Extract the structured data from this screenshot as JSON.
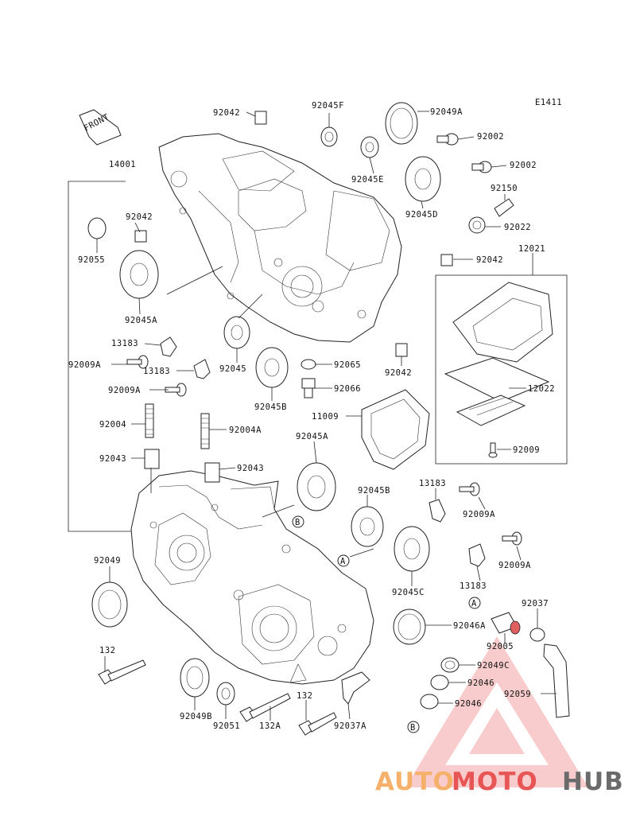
{
  "diagram": {
    "figure_code": "E1411",
    "front_label": "FRONT",
    "part_labels": {
      "p92042_a": "92042",
      "p92045F": "92045F",
      "p92049A": "92049A",
      "p92002_a": "92002",
      "p92002_b": "92002",
      "p92045E": "92045E",
      "p14001": "14001",
      "p92150": "92150",
      "p92042_b": "92042",
      "p92045D": "92045D",
      "p92022": "92022",
      "p92055": "92055",
      "p92042_c": "92042",
      "p12021": "12021",
      "p92045A_a": "92045A",
      "p13183_a": "13183",
      "p92009A_a": "92009A",
      "p13183_b": "13183",
      "p92045": "92045",
      "p92065": "92065",
      "p92042_d": "92042",
      "p92009A_b": "92009A",
      "p92066": "92066",
      "p92045B_a": "92045B",
      "p12022": "12022",
      "p11009": "11009",
      "p92004": "92004",
      "p92004A": "92004A",
      "p92045A_b": "92045A",
      "p92043_a": "92043",
      "p92043_b": "92043",
      "p92009": "92009",
      "p13183_c": "13183",
      "p92045B_b": "92045B",
      "p92009A_c": "92009A",
      "p92049": "92049",
      "p92009A_d": "92009A",
      "p92045C": "92045C",
      "p13183_d": "13183",
      "p92037": "92037",
      "p92046A": "92046A",
      "p92005": "92005",
      "p132_a": "132",
      "p92049C": "92049C",
      "p92046_a": "92046",
      "p92059": "92059",
      "p92046_b": "92046",
      "p132_b": "132",
      "p92049B": "92049B",
      "p92051": "92051",
      "p132A": "132A",
      "p92037A": "92037A"
    },
    "callouts": {
      "A1": "A",
      "B1": "B",
      "A2": "A",
      "B2": "B"
    }
  },
  "watermark": {
    "auto": "AUTO",
    "moto": "MOTO",
    "hub": "HUB"
  }
}
